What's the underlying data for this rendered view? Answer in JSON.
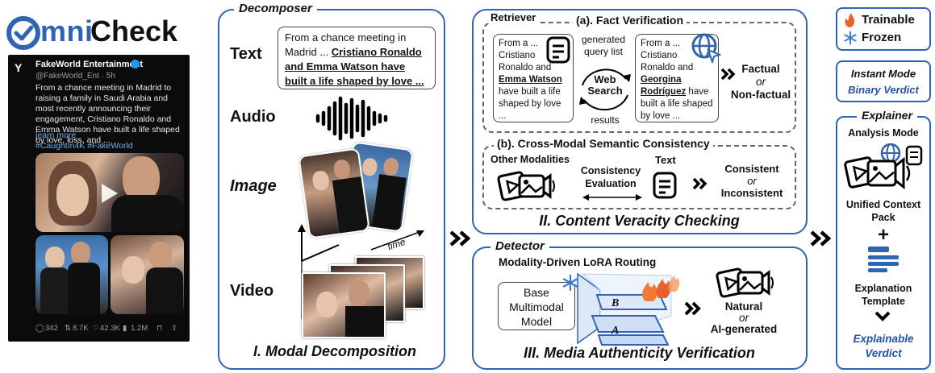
{
  "logo": {
    "text_pre": "",
    "text_mni": "mni",
    "text_check": "Check",
    "full": "OmniCheck"
  },
  "tweet": {
    "account_name": "FakeWorld Entertainment",
    "handle": "@FakeWorld_Ent · 5h",
    "body": "From a chance meeting in Madrid to raising a family in Saudi Arabia and most recently announcing their engagement, Cristiano Ronaldo and Emma Watson have built a life shaped by love, loss, and ...",
    "learn_more": "learn more",
    "hashtags": "#CaughtIn4K #FakeWorld",
    "stats": {
      "replies": "342",
      "reposts": "8.7K",
      "likes": "42.3K",
      "views": "1.2M"
    }
  },
  "decomposer": {
    "title": "Decomposer",
    "text_label": "Text",
    "audio_label": "Audio",
    "image_label": "Image",
    "video_label": "Video",
    "text_quote_pre": "From a chance meeting in Madrid ... ",
    "text_quote_bold": "Cristiano Ronaldo and Emma Watson have built a life shaped by love ...",
    "time_label": "time",
    "caption": "I. Modal Decomposition"
  },
  "retriever": {
    "title": "Retriever",
    "fact_title": "(a). Fact Verification",
    "left_box": {
      "pre": "From a ... Cristiano Ronaldo and ",
      "bold": "Emma Watson",
      "post": " have built a life shaped by love ..."
    },
    "right_box": {
      "pre": "From a ... Cristiano Ronaldo and ",
      "bold": "Georgina Rodríguez",
      "post": " have built a life shaped by love ..."
    },
    "query_label": "generated query list",
    "web_search": "Web Search",
    "results_label": "results",
    "factual": "Factual",
    "or1": "or",
    "non_factual": "Non-factual",
    "consistency_title": "(b). Cross-Modal Semantic Consistency",
    "other_modalities": "Other Modalities",
    "consistency_eval": "Consistency Evaluation",
    "text_label": "Text",
    "consistent": "Consistent",
    "or2": "or",
    "inconsistent": "Inconsistent",
    "caption": "II. Content Veracity Checking"
  },
  "detector": {
    "title": "Detector",
    "lora_label": "Modality-Driven LoRA Routing",
    "base_model": "Base Multimodal Model",
    "label_a": "A",
    "label_b": "B",
    "natural": "Natural",
    "or3": "or",
    "ai_generated": "AI-generated",
    "caption": "III. Media Authenticity Verification"
  },
  "legend": {
    "trainable": "Trainable",
    "frozen": "Frozen"
  },
  "instant": {
    "mode": "Instant Mode",
    "verdict": "Binary Verdict"
  },
  "explainer": {
    "title": "Explainer",
    "analysis_mode": "Analysis Mode",
    "context_pack": "Unified Context Pack",
    "plus": "+",
    "template": "Explanation Template",
    "verdict": "Explainable Verdict"
  },
  "colors": {
    "accent_blue": "#2f64b3",
    "verdict_blue": "#2552a8",
    "fire": "#e8632b",
    "snow": "#3b78d8"
  }
}
